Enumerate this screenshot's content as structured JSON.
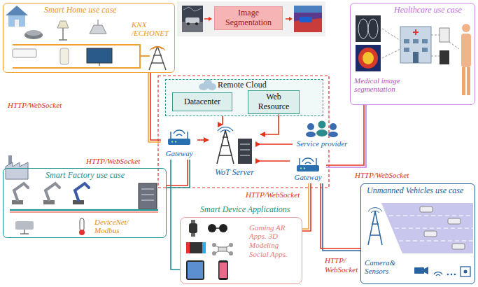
{
  "diagram": {
    "nodes": [
      {
        "text": [
          "Smart Home use case",
          "KNX /ECHONET"
        ]
      },
      {
        "text": [
          "Image Segmentation"
        ]
      },
      {
        "text": [
          "Healthcare use case",
          "Medical image segmentation"
        ]
      },
      {
        "text": [
          "Remote Cloud"
        ]
      },
      {
        "text": [
          "Datacenter"
        ],
        "in": 3
      },
      {
        "text": [
          "Web Resource"
        ],
        "in": 3
      },
      {
        "text": [
          "Gateway"
        ]
      },
      {
        "text": [
          "WoT Server"
        ]
      },
      {
        "text": [
          "Service provider"
        ]
      },
      {
        "text": [
          "Gateway"
        ]
      },
      {
        "text": [
          "Smart Factory use case",
          "DeviceNet/ Modbus"
        ]
      },
      {
        "text": [
          "Smart Device Applications",
          "Gaming AR Apps. 3D Modeling Social Apps."
        ]
      },
      {
        "text": [
          "Unmanned Vehicles use case",
          "Camera& Sensors"
        ]
      }
    ],
    "edges": [
      {
        "from": 0,
        "to": 6,
        "arrow": "none",
        "label": "HTTP/WebSocket"
      },
      {
        "from": 10,
        "to": 6,
        "arrow": "none",
        "label": "HTTP/WebSocket"
      },
      {
        "from": 6,
        "to": 7,
        "arrow": "to"
      },
      {
        "from": 3,
        "to": 7,
        "arrow": "to"
      },
      {
        "from": 5,
        "to": 7,
        "arrow": "to"
      },
      {
        "from": 8,
        "to": 7,
        "arrow": "to"
      },
      {
        "from": 9,
        "to": 7,
        "arrow": "to"
      },
      {
        "from": 2,
        "to": 9,
        "arrow": "none",
        "label": "HTTP/WebSocket"
      },
      {
        "from": 9,
        "to": 11,
        "arrow": "none",
        "label": "HTTP/WebSocket"
      },
      {
        "from": 9,
        "to": 12,
        "arrow": "none",
        "label": "HTTP/ WebSocket"
      },
      {
        "from": 6,
        "to": 11,
        "arrow": "none"
      }
    ]
  }
}
